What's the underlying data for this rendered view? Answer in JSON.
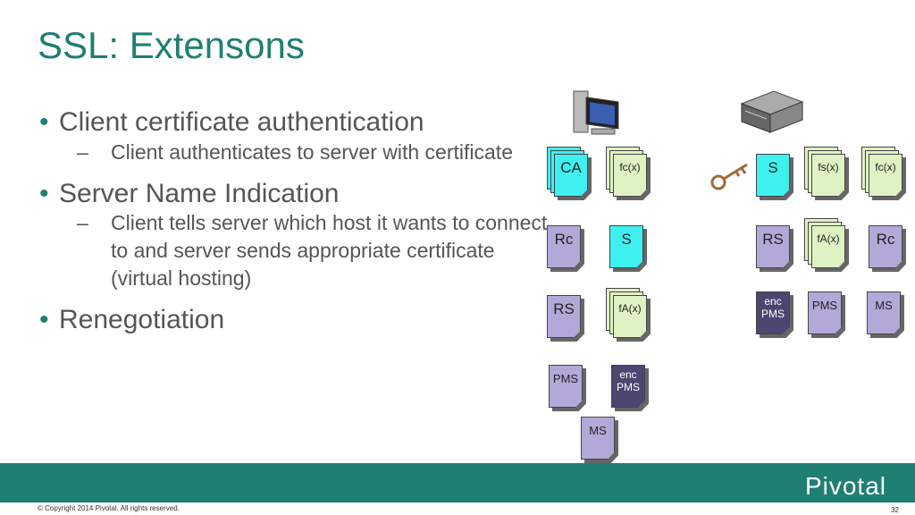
{
  "title": "SSL: Extensons",
  "bullets": [
    {
      "text": "Client certificate authentication",
      "sub": [
        "Client authenticates to server with certificate"
      ]
    },
    {
      "text": "Server Name Indication",
      "sub": [
        "Client tells server which host it wants to connect to and server sends appropriate certificate (virtual hosting)"
      ]
    },
    {
      "text": "Renegotiation",
      "sub": []
    }
  ],
  "client_docs": {
    "ca": "CA",
    "fc": "fc(x)",
    "rc": "Rc",
    "s": "S",
    "rs": "RS",
    "fa": "fA(x)",
    "pms": "PMS",
    "enc": "enc",
    "enc2": "PMS",
    "ms": "MS"
  },
  "server_docs": {
    "s": "S",
    "fs": "fs(x)",
    "fc": "fc(x)",
    "rs": "RS",
    "fa": "fA(x)",
    "rc": "Rc",
    "enc": "enc",
    "enc2": "PMS",
    "pms": "PMS",
    "ms": "MS"
  },
  "footer": {
    "brand": "Pivotal",
    "copyright": "© Copyright 2014 Pivotal. All rights reserved.",
    "page": "32"
  }
}
